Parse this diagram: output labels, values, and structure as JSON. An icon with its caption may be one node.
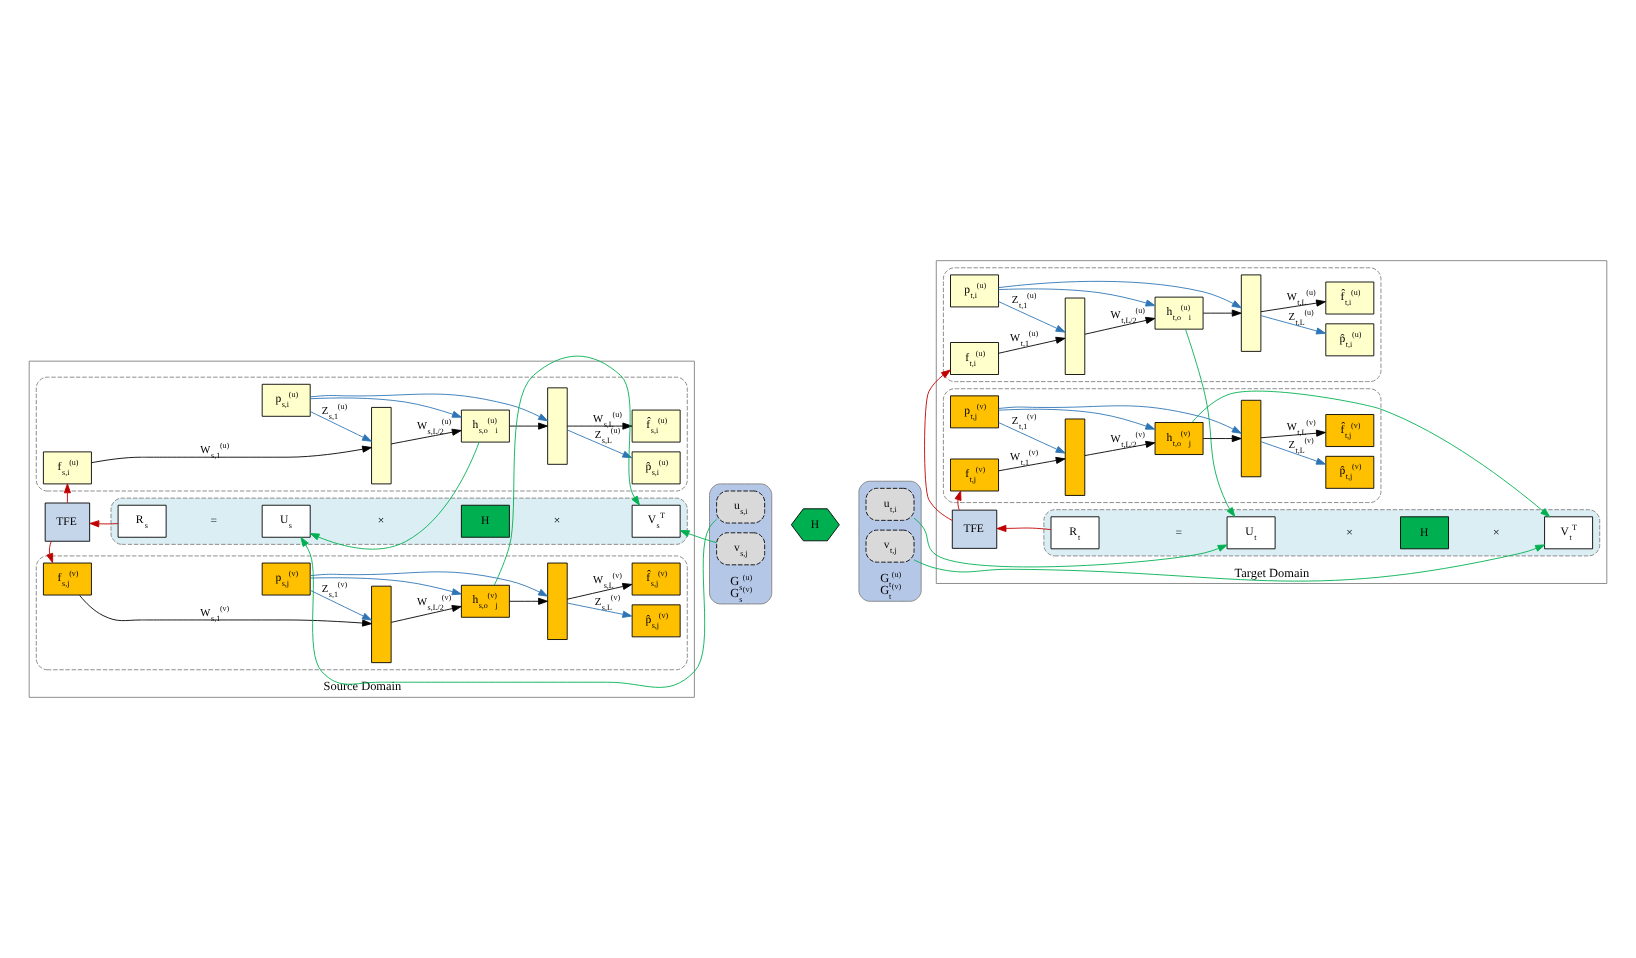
{
  "diagram": {
    "nodes": [
      {
        "text": [
          "Source Domain"
        ]
      },
      {
        "text": [],
        "shape": "box",
        "in": 0
      },
      {
        "text": [
          "p$_{s,i}$$^{(u)}$"
        ],
        "in": 1
      },
      {
        "text": [
          "f$_{s,i}$$^{(u)}$"
        ],
        "in": 1
      },
      {
        "text": [],
        "shape": "bar",
        "in": 1
      },
      {
        "text": [
          "h$_{s,o}$$^{(u)}$$_{i}$"
        ],
        "in": 1
      },
      {
        "text": [],
        "shape": "bar",
        "in": 1
      },
      {
        "text": [
          "p̂$_{s,i}$$^{(u)}$"
        ],
        "in": 1
      },
      {
        "text": [
          "f̂$_{s,i}$$^{(u)}$"
        ],
        "in": 1
      },
      {
        "text": [
          "TFE"
        ],
        "in": 0
      },
      {
        "text": [],
        "shape": "box",
        "in": 0
      },
      {
        "text": [
          "R$_{s}$"
        ],
        "in": 10
      },
      {
        "text": [
          "U$_{s}$"
        ],
        "in": 10
      },
      {
        "text": [
          "H"
        ],
        "in": 10
      },
      {
        "text": [
          "V$_{s}$$^{T}$"
        ],
        "in": 10
      },
      {
        "text": [
          "G$_{s}$$^{(u)}$",
          "G$_{s}$$^{(v)}$"
        ]
      },
      {
        "text": [
          "u$_{s,i}$"
        ],
        "in": 15
      },
      {
        "text": [
          "v$_{s,j}$"
        ],
        "in": 15
      },
      {
        "text": [],
        "shape": "box",
        "in": 0
      },
      {
        "text": [
          "f$_{s,j}$$^{(v)}$"
        ],
        "in": 18
      },
      {
        "text": [],
        "shape": "bar",
        "in": 18
      },
      {
        "text": [
          "h$_{s,o}$$^{(v)}$$_{j}$"
        ],
        "in": 18
      },
      {
        "text": [],
        "shape": "bar",
        "in": 18
      },
      {
        "text": [
          "p̂$_{s,j}$$^{(v)}$"
        ],
        "in": 18
      },
      {
        "text": [
          "f̂$_{s,j}$$^{(v)}$"
        ],
        "in": 18
      },
      {
        "text": [
          "p$_{s,j}$$^{(v)}$"
        ],
        "in": 18
      },
      {
        "text": [
          "H"
        ]
      },
      {
        "text": [
          "G$_{t}$$^{(u)}$",
          "G$_{t}$$^{(v)}$"
        ]
      },
      {
        "text": [
          "u$_{t,i}$"
        ],
        "in": 27
      },
      {
        "text": [
          "v$_{t,j}$"
        ],
        "in": 27
      },
      {
        "text": [
          "Target Domain"
        ]
      },
      {
        "text": [],
        "shape": "box",
        "in": 30
      },
      {
        "text": [
          "p$_{t,i}$$^{(u)}$"
        ],
        "in": 31
      },
      {
        "text": [
          "f$_{t,i}$$^{(u)}$"
        ],
        "in": 31
      },
      {
        "text": [],
        "shape": "bar",
        "in": 31
      },
      {
        "text": [
          "h$_{t,o}$$^{(u)}$$_{i}$"
        ],
        "in": 31
      },
      {
        "text": [],
        "shape": "bar",
        "in": 31
      },
      {
        "text": [
          "p̂$_{t,i}$$^{(u)}$"
        ],
        "in": 31
      },
      {
        "text": [
          "f̂$_{t,i}$$^{(u)}$"
        ],
        "in": 31
      },
      {
        "text": [
          "TFE"
        ],
        "in": 30
      },
      {
        "text": [],
        "shape": "box",
        "in": 30
      },
      {
        "text": [
          "R$_{t}$"
        ],
        "in": 40
      },
      {
        "text": [
          "U$_{t}$"
        ],
        "in": 40
      },
      {
        "text": [
          "H"
        ],
        "in": 40
      },
      {
        "text": [
          "V$_{t}$$^{T}$"
        ],
        "in": 40
      },
      {
        "text": [],
        "shape": "box",
        "in": 30
      },
      {
        "text": [
          "f$_{t,j}$$^{(v)}$"
        ],
        "in": 45
      },
      {
        "text": [],
        "shape": "bar",
        "in": 45
      },
      {
        "text": [
          "h$_{t,o}$$^{(v)}$$_{j}$"
        ],
        "in": 45
      },
      {
        "text": [],
        "shape": "bar",
        "in": 45
      },
      {
        "text": [
          "p̂$_{t,j}$$^{(v)}$"
        ],
        "in": 45
      },
      {
        "text": [
          "f̂$_{t,j}$$^{(v)}$"
        ],
        "in": 45
      },
      {
        "text": [
          "p$_{t,j}$$^{(v)}$"
        ],
        "in": 45
      }
    ],
    "edges": [
      {
        "from": 3,
        "to": 4,
        "arrow": "to",
        "label": "W$_{s,1}$$^{(u)}$"
      },
      {
        "from": 4,
        "to": 5,
        "arrow": "to",
        "label": "W$_{s,L/2}$$^{(u)}$"
      },
      {
        "from": 5,
        "to": 6,
        "arrow": "to"
      },
      {
        "from": 6,
        "to": 7,
        "arrow": "to",
        "label": "Z$_{s,L}$$^{(u)}$",
        "color": "#2e75b6"
      },
      {
        "from": 6,
        "to": 8,
        "arrow": "to",
        "label": "W$_{s,L}$$^{(u)}$"
      },
      {
        "from": 2,
        "to": 4,
        "arrow": "to",
        "label": "Z$_{s,1}$$^{(u)}$",
        "color": "#2e75b6"
      },
      {
        "from": 2,
        "to": 5,
        "arrow": "to",
        "color": "#2e75b6"
      },
      {
        "from": 2,
        "to": 6,
        "arrow": "to",
        "color": "#2e75b6"
      },
      {
        "from": 11,
        "to": 9,
        "arrow": "to",
        "color": "#c00000"
      },
      {
        "from": 9,
        "to": 3,
        "arrow": "to",
        "color": "#c00000"
      },
      {
        "from": 9,
        "to": 19,
        "arrow": "to",
        "color": "#c00000"
      },
      {
        "from": 5,
        "to": 12,
        "arrow": "to",
        "color": "#00b050"
      },
      {
        "from": 16,
        "to": 12,
        "arrow": "to",
        "color": "#00b050"
      },
      {
        "from": 17,
        "to": 14,
        "arrow": "to",
        "color": "#00b050"
      },
      {
        "from": 21,
        "to": 14,
        "arrow": "to",
        "color": "#00b050"
      },
      {
        "from": 19,
        "to": 20,
        "arrow": "to",
        "label": "W$_{s,1}$$^{(v)}$"
      },
      {
        "from": 20,
        "to": 21,
        "arrow": "to",
        "label": "W$_{s,L/2}$$^{(v)}$"
      },
      {
        "from": 21,
        "to": 22,
        "arrow": "to"
      },
      {
        "from": 22,
        "to": 23,
        "arrow": "to",
        "label": "Z$_{s,L}$$^{(v)}$",
        "color": "#2e75b6"
      },
      {
        "from": 22,
        "to": 24,
        "arrow": "to",
        "label": "W$_{s,L}$$^{(v)}$"
      },
      {
        "from": 25,
        "to": 20,
        "arrow": "to",
        "label": "Z$_{s,1}$$^{(v)}$",
        "color": "#2e75b6"
      },
      {
        "from": 25,
        "to": 21,
        "arrow": "to",
        "color": "#2e75b6"
      },
      {
        "from": 25,
        "to": 22,
        "arrow": "to",
        "color": "#2e75b6"
      },
      {
        "from": 33,
        "to": 34,
        "arrow": "to",
        "label": "W$_{t,1}$$^{(u)}$"
      },
      {
        "from": 34,
        "to": 35,
        "arrow": "to",
        "label": "W$_{t,L/2}$$^{(u)}$"
      },
      {
        "from": 35,
        "to": 36,
        "arrow": "to"
      },
      {
        "from": 36,
        "to": 37,
        "arrow": "to",
        "label": "Z$_{t,L}$$^{(u)}$",
        "color": "#2e75b6"
      },
      {
        "from": 36,
        "to": 38,
        "arrow": "to",
        "label": "W$_{t,L}$$^{(u)}$"
      },
      {
        "from": 32,
        "to": 34,
        "arrow": "to",
        "label": "Z$_{t,1}$$^{(u)}$",
        "color": "#2e75b6"
      },
      {
        "from": 32,
        "to": 35,
        "arrow": "to",
        "color": "#2e75b6"
      },
      {
        "from": 32,
        "to": 36,
        "arrow": "to",
        "color": "#2e75b6"
      },
      {
        "from": 41,
        "to": 39,
        "arrow": "to",
        "color": "#c00000"
      },
      {
        "from": 39,
        "to": 33,
        "arrow": "to",
        "color": "#c00000"
      },
      {
        "from": 39,
        "to": 46,
        "arrow": "to",
        "color": "#c00000"
      },
      {
        "from": 35,
        "to": 42,
        "arrow": "to",
        "color": "#00b050"
      },
      {
        "from": 28,
        "to": 42,
        "arrow": "to",
        "color": "#00b050"
      },
      {
        "from": 29,
        "to": 44,
        "arrow": "to",
        "color": "#00b050"
      },
      {
        "from": 48,
        "to": 44,
        "arrow": "to",
        "color": "#00b050"
      },
      {
        "from": 46,
        "to": 47,
        "arrow": "to",
        "label": "W$_{t,1}$$^{(v)}$"
      },
      {
        "from": 47,
        "to": 48,
        "arrow": "to",
        "label": "W$_{t,L/2}$$^{(v)}$"
      },
      {
        "from": 48,
        "to": 49,
        "arrow": "to"
      },
      {
        "from": 49,
        "to": 50,
        "arrow": "to",
        "label": "Z$_{t,L}$$^{(v)}$",
        "color": "#2e75b6"
      },
      {
        "from": 49,
        "to": 51,
        "arrow": "to",
        "label": "W$_{t,L}$$^{(v)}$"
      },
      {
        "from": 52,
        "to": 47,
        "arrow": "to",
        "label": "Z$_{t,1}$$^{(v)}$",
        "color": "#2e75b6"
      },
      {
        "from": 52,
        "to": 48,
        "arrow": "to",
        "color": "#2e75b6"
      },
      {
        "from": 52,
        "to": 49,
        "arrow": "to",
        "color": "#2e75b6"
      }
    ],
    "labels": [
      "=",
      "×",
      "×",
      "=",
      "×",
      "×"
    ]
  }
}
